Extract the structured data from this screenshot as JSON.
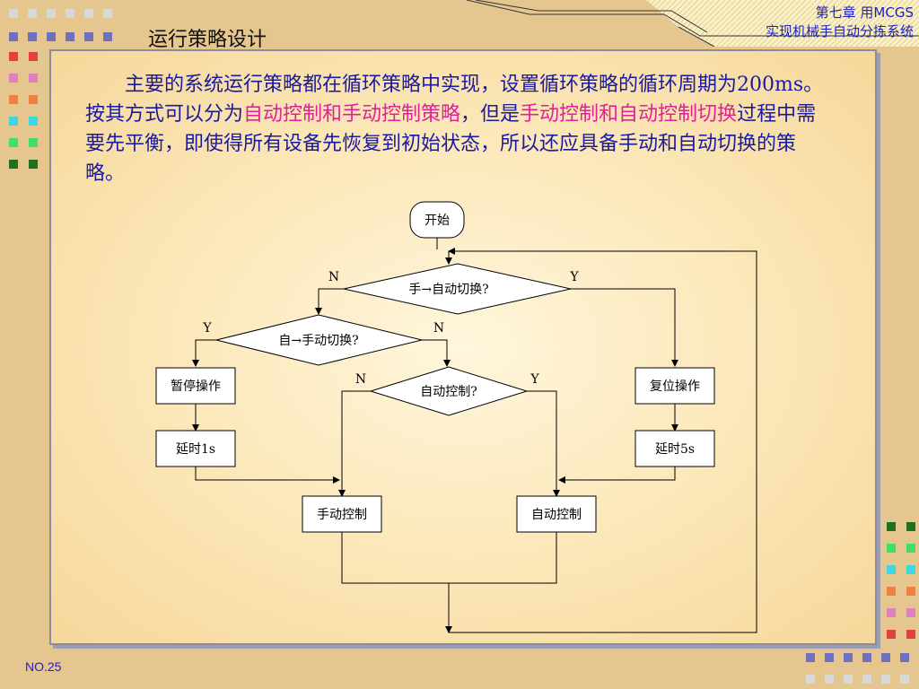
{
  "header": {
    "slide_title": "运行策略设计",
    "chapter_line1": "第七章 用MCGS",
    "chapter_line2": "实现机械手自动分拣系统"
  },
  "body": {
    "para_a": "主要的系统运行策略都在循环策略中实现，设置循环策略的循环周期为200ms。按其方式可以分为",
    "para_hl1": "自动控制和手动控制策略",
    "para_b": "，但是",
    "para_hl2": "手动控制和自动控制切换",
    "para_c": "过程中需要先平衡，即使得所有设备先恢复到初始状态，所以还应具备手动和自动切换的策略。"
  },
  "flowchart": {
    "start": "开始",
    "decision_manual_to_auto": "手→自动切换?",
    "decision_auto_to_manual": "自→手动切换?",
    "decision_auto_control": "自动控制?",
    "box_pause": "暂停操作",
    "box_delay_1s": "延时1s",
    "box_reset": "复位操作",
    "box_delay_5s": "延时5s",
    "box_manual": "手动控制",
    "box_auto": "自动控制",
    "label_n1": "N",
    "label_y1": "Y",
    "label_y2": "Y",
    "label_n2": "N",
    "label_n3": "N",
    "label_y3": "Y"
  },
  "footer": {
    "page_no": "NO.25"
  },
  "colors": {
    "background": "#e6c68f",
    "body_text": "#1a1aa0",
    "highlight": "#e0209a"
  }
}
